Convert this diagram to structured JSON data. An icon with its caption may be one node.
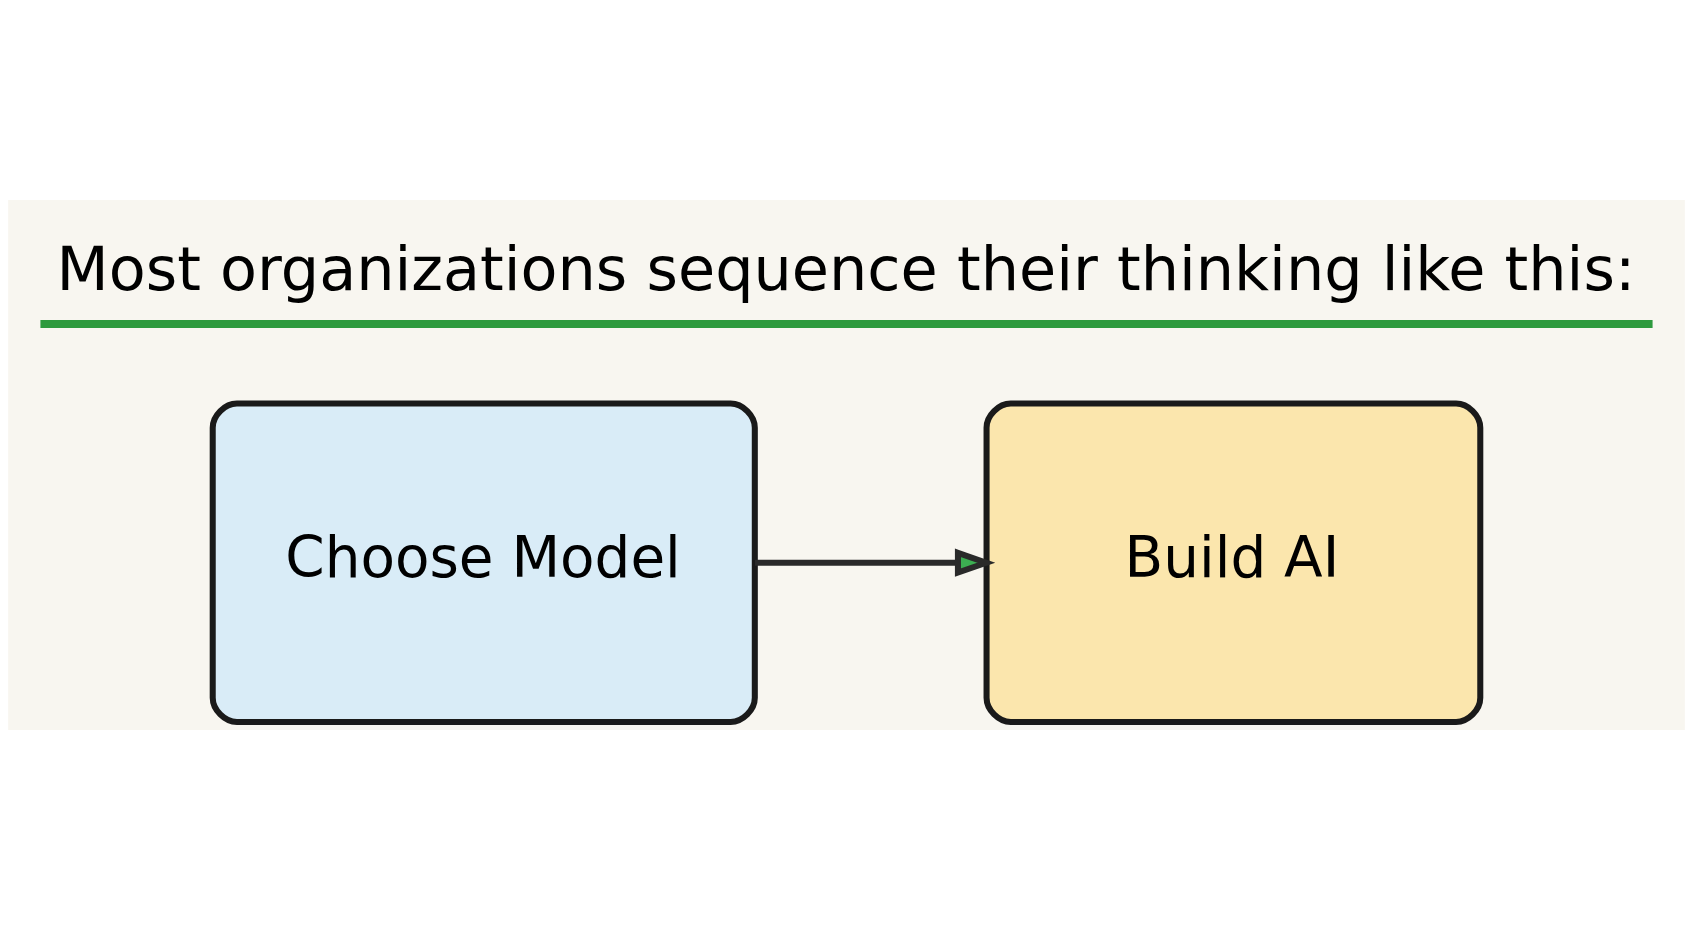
{
  "diagram": {
    "title": "Most organizations sequence their thinking like this:",
    "nodes": [
      {
        "text": [
          "Choose Model"
        ]
      },
      {
        "text": [
          "Build AI"
        ]
      }
    ],
    "edges": [
      {
        "from": 0,
        "to": 1,
        "arrow": "to"
      }
    ]
  }
}
